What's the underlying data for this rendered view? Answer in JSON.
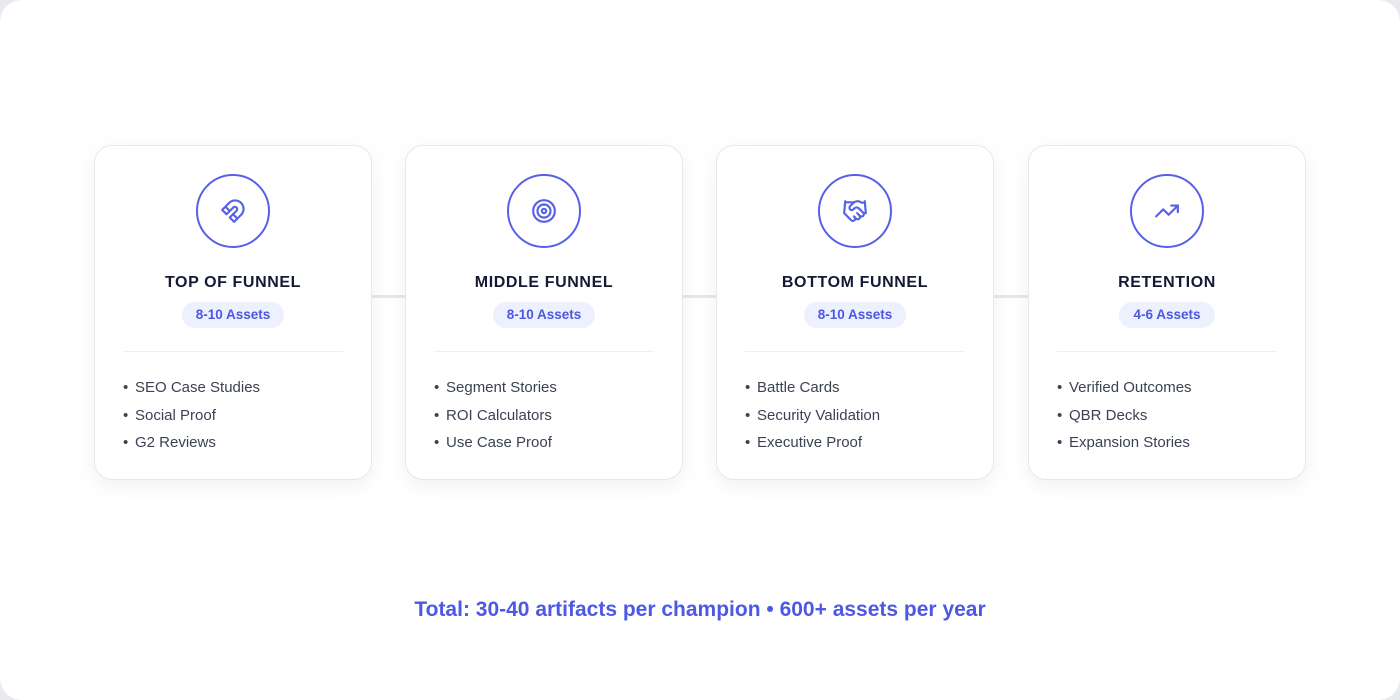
{
  "colors": {
    "accent": "#5660e8",
    "badge_bg": "#edf0fd",
    "title_text": "#141a33",
    "body_text": "#3b4254",
    "connector": "#e5e7f0"
  },
  "stages": [
    {
      "title": "TOP OF FUNNEL",
      "badge": "8-10 Assets",
      "icon": "magnet-icon",
      "items": [
        "SEO Case Studies",
        "Social Proof",
        "G2 Reviews"
      ]
    },
    {
      "title": "MIDDLE FUNNEL",
      "badge": "8-10 Assets",
      "icon": "target-icon",
      "items": [
        "Segment Stories",
        "ROI Calculators",
        "Use Case Proof"
      ]
    },
    {
      "title": "BOTTOM FUNNEL",
      "badge": "8-10 Assets",
      "icon": "handshake-icon",
      "items": [
        "Battle Cards",
        "Security Validation",
        "Executive Proof"
      ]
    },
    {
      "title": "RETENTION",
      "badge": "4-6 Assets",
      "icon": "trending-up-icon",
      "items": [
        "Verified Outcomes",
        "QBR Decks",
        "Expansion Stories"
      ]
    }
  ],
  "summary": "Total: 30-40 artifacts per champion • 600+ assets per year"
}
